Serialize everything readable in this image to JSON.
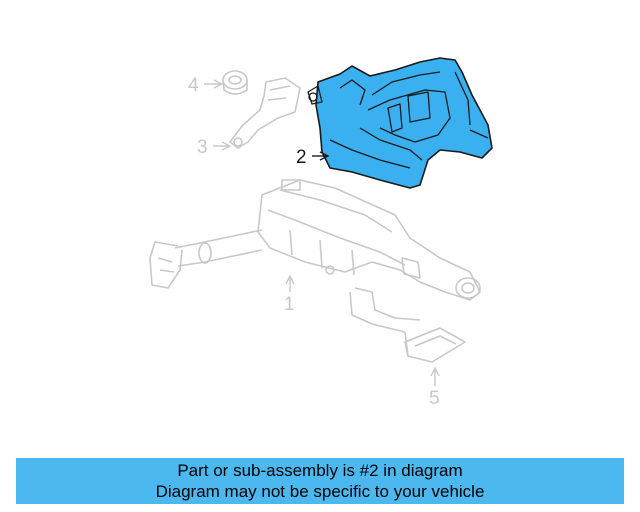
{
  "diagram": {
    "callouts": {
      "c1": "1",
      "c2": "2",
      "c3": "3",
      "c4": "4",
      "c5": "5"
    },
    "highlight_part": "2",
    "highlight_color": "#3ab0f0",
    "ghost_color": "#c8c8c8"
  },
  "banner": {
    "line1": "Part or sub-assembly is #2 in diagram",
    "line2": "Diagram may not be specific to your vehicle",
    "background": "#4cb8f0"
  }
}
